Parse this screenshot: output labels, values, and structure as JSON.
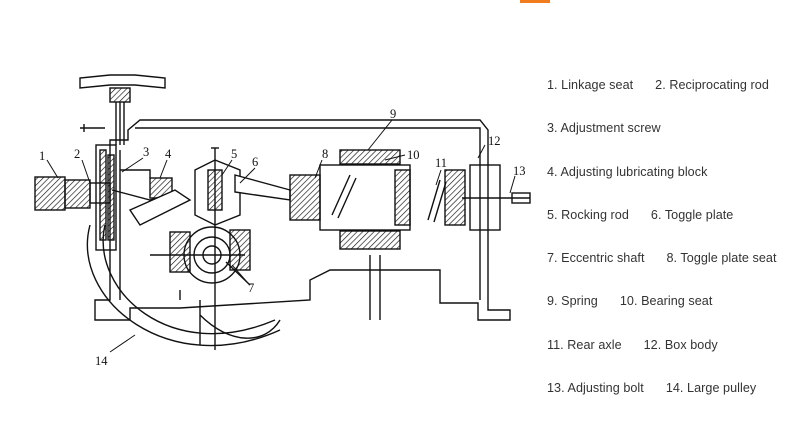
{
  "colors": {
    "accent": "#f07c1e",
    "line": "#111111",
    "legend_text": "#333333"
  },
  "diagram": {
    "callouts": [
      "1",
      "2",
      "3",
      "4",
      "5",
      "6",
      "7",
      "8",
      "9",
      "10",
      "11",
      "12",
      "13",
      "14"
    ]
  },
  "legend": [
    [
      "1. Linkage seat",
      "2. Reciprocating rod"
    ],
    [
      "3. Adjustment screw"
    ],
    [
      "4. Adjusting lubricating block"
    ],
    [
      "5. Rocking rod",
      "6. Toggle plate"
    ],
    [
      "7. Eccentric shaft",
      "8. Toggle plate seat"
    ],
    [
      "9. Spring",
      "10. Bearing seat"
    ],
    [
      "11. Rear axle",
      "12. Box body"
    ],
    [
      "13. Adjusting bolt",
      "14. Large pulley"
    ]
  ]
}
